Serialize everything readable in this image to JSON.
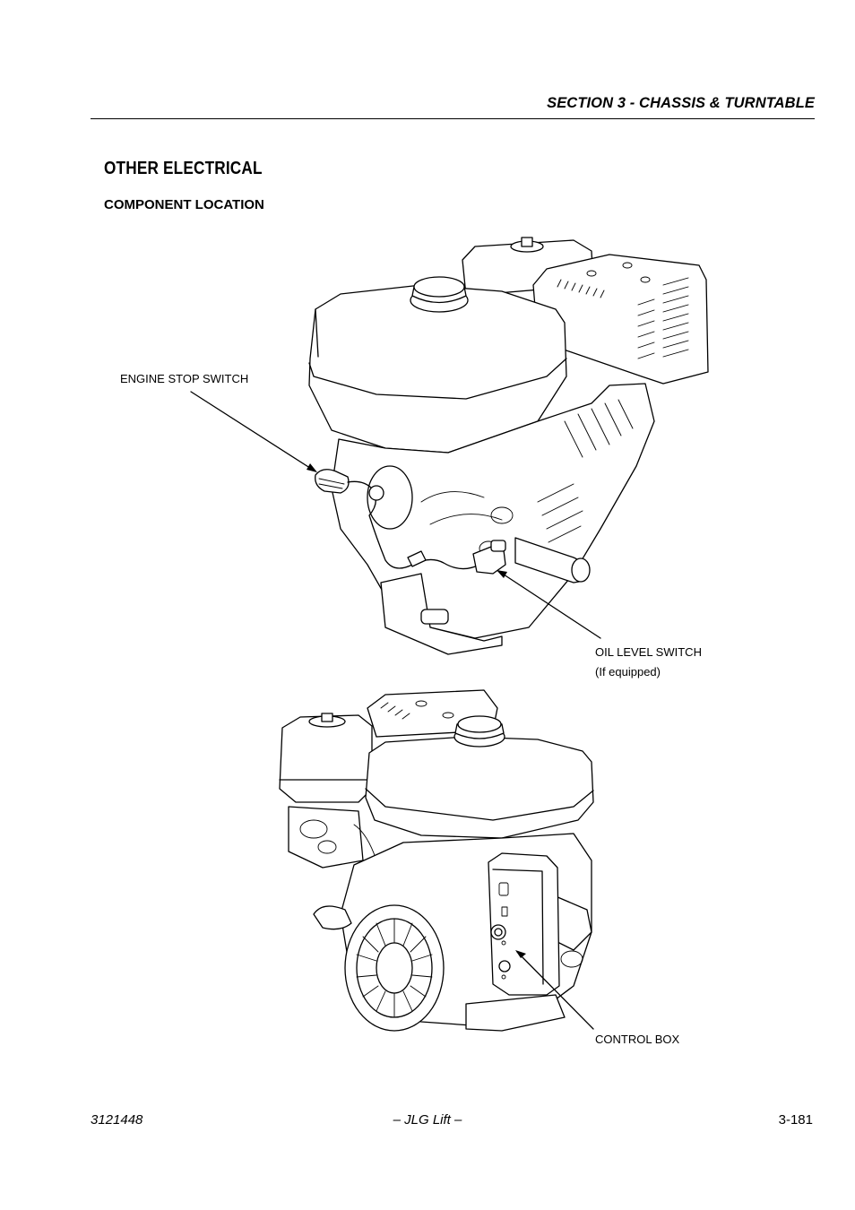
{
  "header": {
    "section_title": "SECTION 3 - CHASSIS & TURNTABLE"
  },
  "content": {
    "heading": "OTHER ELECTRICAL",
    "subheading": "COMPONENT LOCATION"
  },
  "figures": {
    "upper_engine": {
      "callouts": {
        "engine_stop_switch": "ENGINE STOP SWITCH",
        "oil_level_switch": "OIL LEVEL SWITCH",
        "oil_level_note": "(If equipped)"
      }
    },
    "lower_engine": {
      "callouts": {
        "control_box": "CONTROL BOX"
      }
    }
  },
  "footer": {
    "doc_number": "3121448",
    "publisher": "– JLG Lift –",
    "page_number": "3-181"
  }
}
